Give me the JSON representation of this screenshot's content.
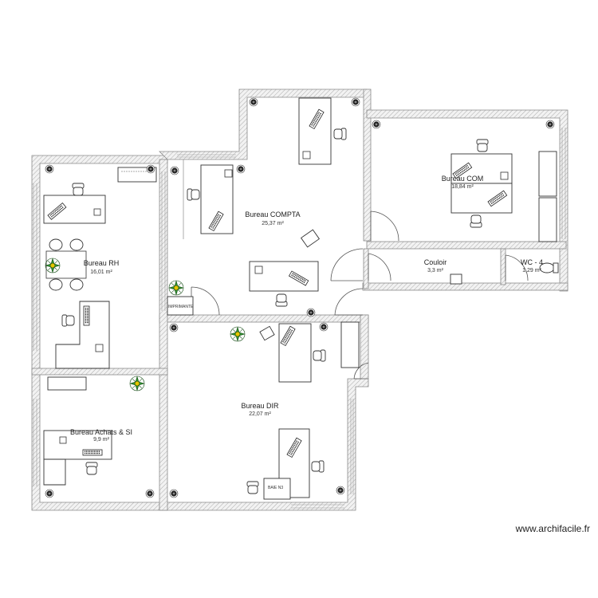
{
  "rooms": {
    "rh": {
      "name": "Bureau RH",
      "area": "16,01 m²"
    },
    "compta": {
      "name": "Bureau COMPTA",
      "area": "25,37 m²"
    },
    "com": {
      "name": "Bureau COM",
      "area": "18,84 m²"
    },
    "couloir": {
      "name": "Couloir",
      "area": "3,3 m²"
    },
    "wc": {
      "name": "WC - 4",
      "area": "1,29 m²"
    },
    "dir": {
      "name": "Bureau DIR",
      "area": "22,07 m²"
    },
    "achats": {
      "name": "Bureau Achats & SI",
      "area": "9,9 m²"
    }
  },
  "labels": {
    "imprimante": "IMPRIMANTE",
    "baie": "BAIE N3"
  },
  "branding": {
    "site": "www.archifacile.fr"
  },
  "colors": {
    "wall_hatch": "#9a9a9a",
    "plant": "#2e8b2e",
    "plant_pot": "#e6c700"
  }
}
